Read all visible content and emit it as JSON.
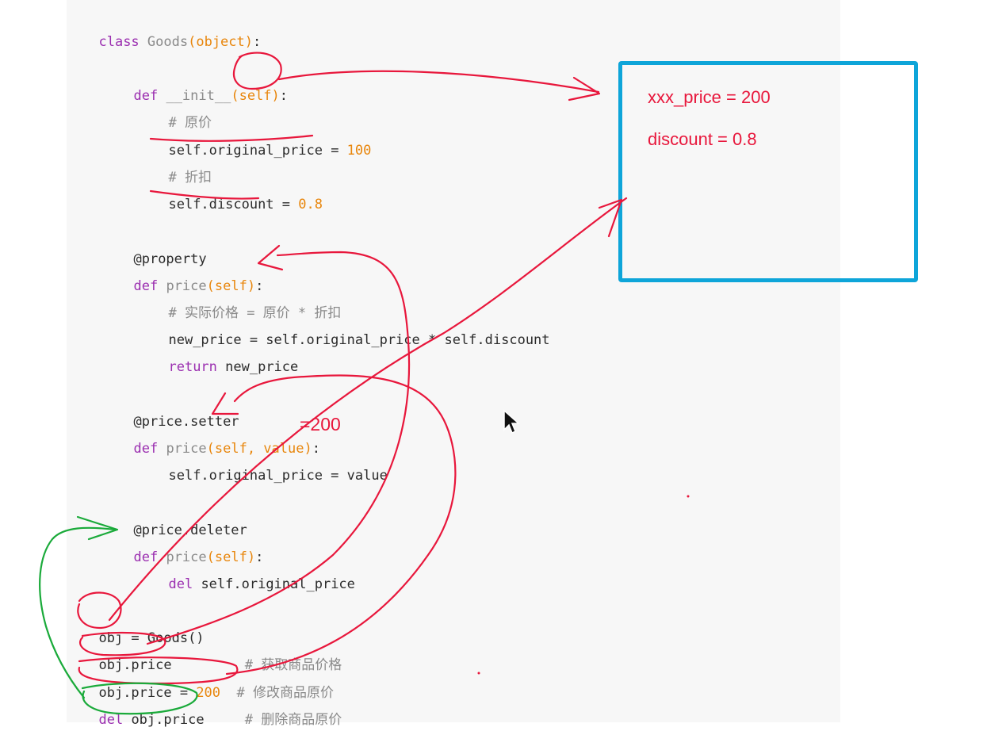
{
  "code": {
    "line1": {
      "kw": "class",
      "name": "Goods",
      "args": "(object)",
      "tail": ":"
    },
    "line2": {
      "kw": "def",
      "name": "__init__",
      "args": "(self)",
      "tail": ":"
    },
    "line3": {
      "comment": "# 原价"
    },
    "line4": {
      "lhs": "self.original_price",
      "op": " = ",
      "num": "100"
    },
    "line5": {
      "comment": "# 折扣"
    },
    "line6": {
      "lhs": "self.discount",
      "op": " = ",
      "num": "0.8"
    },
    "line7": {
      "text": "@property"
    },
    "line8": {
      "kw": "def",
      "name": "price",
      "args": "(self)",
      "tail": ":"
    },
    "line9": {
      "comment": "# 实际价格 = 原价 * 折扣"
    },
    "line10": {
      "text": "new_price = self.original_price * self.discount"
    },
    "line11": {
      "kw": "return",
      "text": " new_price"
    },
    "line12": {
      "text": "@price.setter"
    },
    "line13": {
      "kw": "def",
      "name": "price",
      "args": "(self, value)",
      "tail": ":"
    },
    "line14": {
      "text": "self.original_price = value"
    },
    "line15": {
      "text": "@price.deleter"
    },
    "line16": {
      "kw": "def",
      "name": "price",
      "args": "(self)",
      "tail": ":"
    },
    "line17": {
      "kw": "del",
      "text": " self.original_price"
    },
    "line18": {
      "text": "obj = Goods()"
    },
    "line19": {
      "text": "obj.price",
      "pad": "         ",
      "comment": "# 获取商品价格"
    },
    "line20": {
      "text": "obj.price = ",
      "num": "200",
      "pad": "  ",
      "comment": "# 修改商品原价"
    },
    "line21": {
      "kw": "del",
      "text": " obj.price",
      "pad": "     ",
      "comment": "# 删除商品原价"
    }
  },
  "memory": {
    "line1": "xxx_price = 200",
    "line2": "discount = 0.8"
  },
  "handwriting": {
    "setter_value": "=200"
  },
  "colors": {
    "annotation_red": "#e8173c",
    "annotation_green": "#1aaa3a",
    "memory_box_border": "#0ea5d9",
    "keyword": "#9b2fb0",
    "argument": "#e8860c"
  }
}
